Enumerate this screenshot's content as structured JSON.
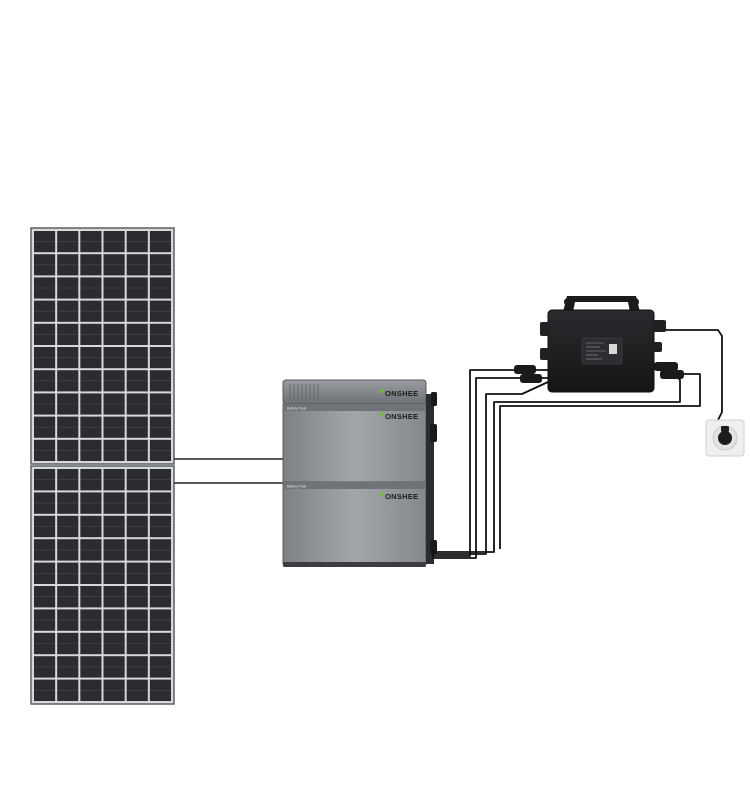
{
  "scene": {
    "colors": {
      "background": "#ffffff",
      "panel_cell": "#2a2c30",
      "panel_frame": "#b9bcc0",
      "battery_body": "#8e9196",
      "battery_dark": "#3a3c40",
      "inverter_body": "#1c1d1f",
      "cable": "#111111",
      "logo_green": "#6fbf2f"
    },
    "solar_panels": [
      {
        "name": "solar-panel-top",
        "cell_rows": 10,
        "cell_cols": 6
      },
      {
        "name": "solar-panel-bottom",
        "cell_rows": 10,
        "cell_cols": 6
      }
    ],
    "battery": {
      "brand_text": "ONSHEE",
      "module_labels": [
        "Battery Pack",
        "Battery Pack"
      ],
      "module_count": 2
    },
    "inverter": {
      "name": "micro-inverter"
    },
    "wall_socket": {
      "name": "wall-socket"
    }
  }
}
